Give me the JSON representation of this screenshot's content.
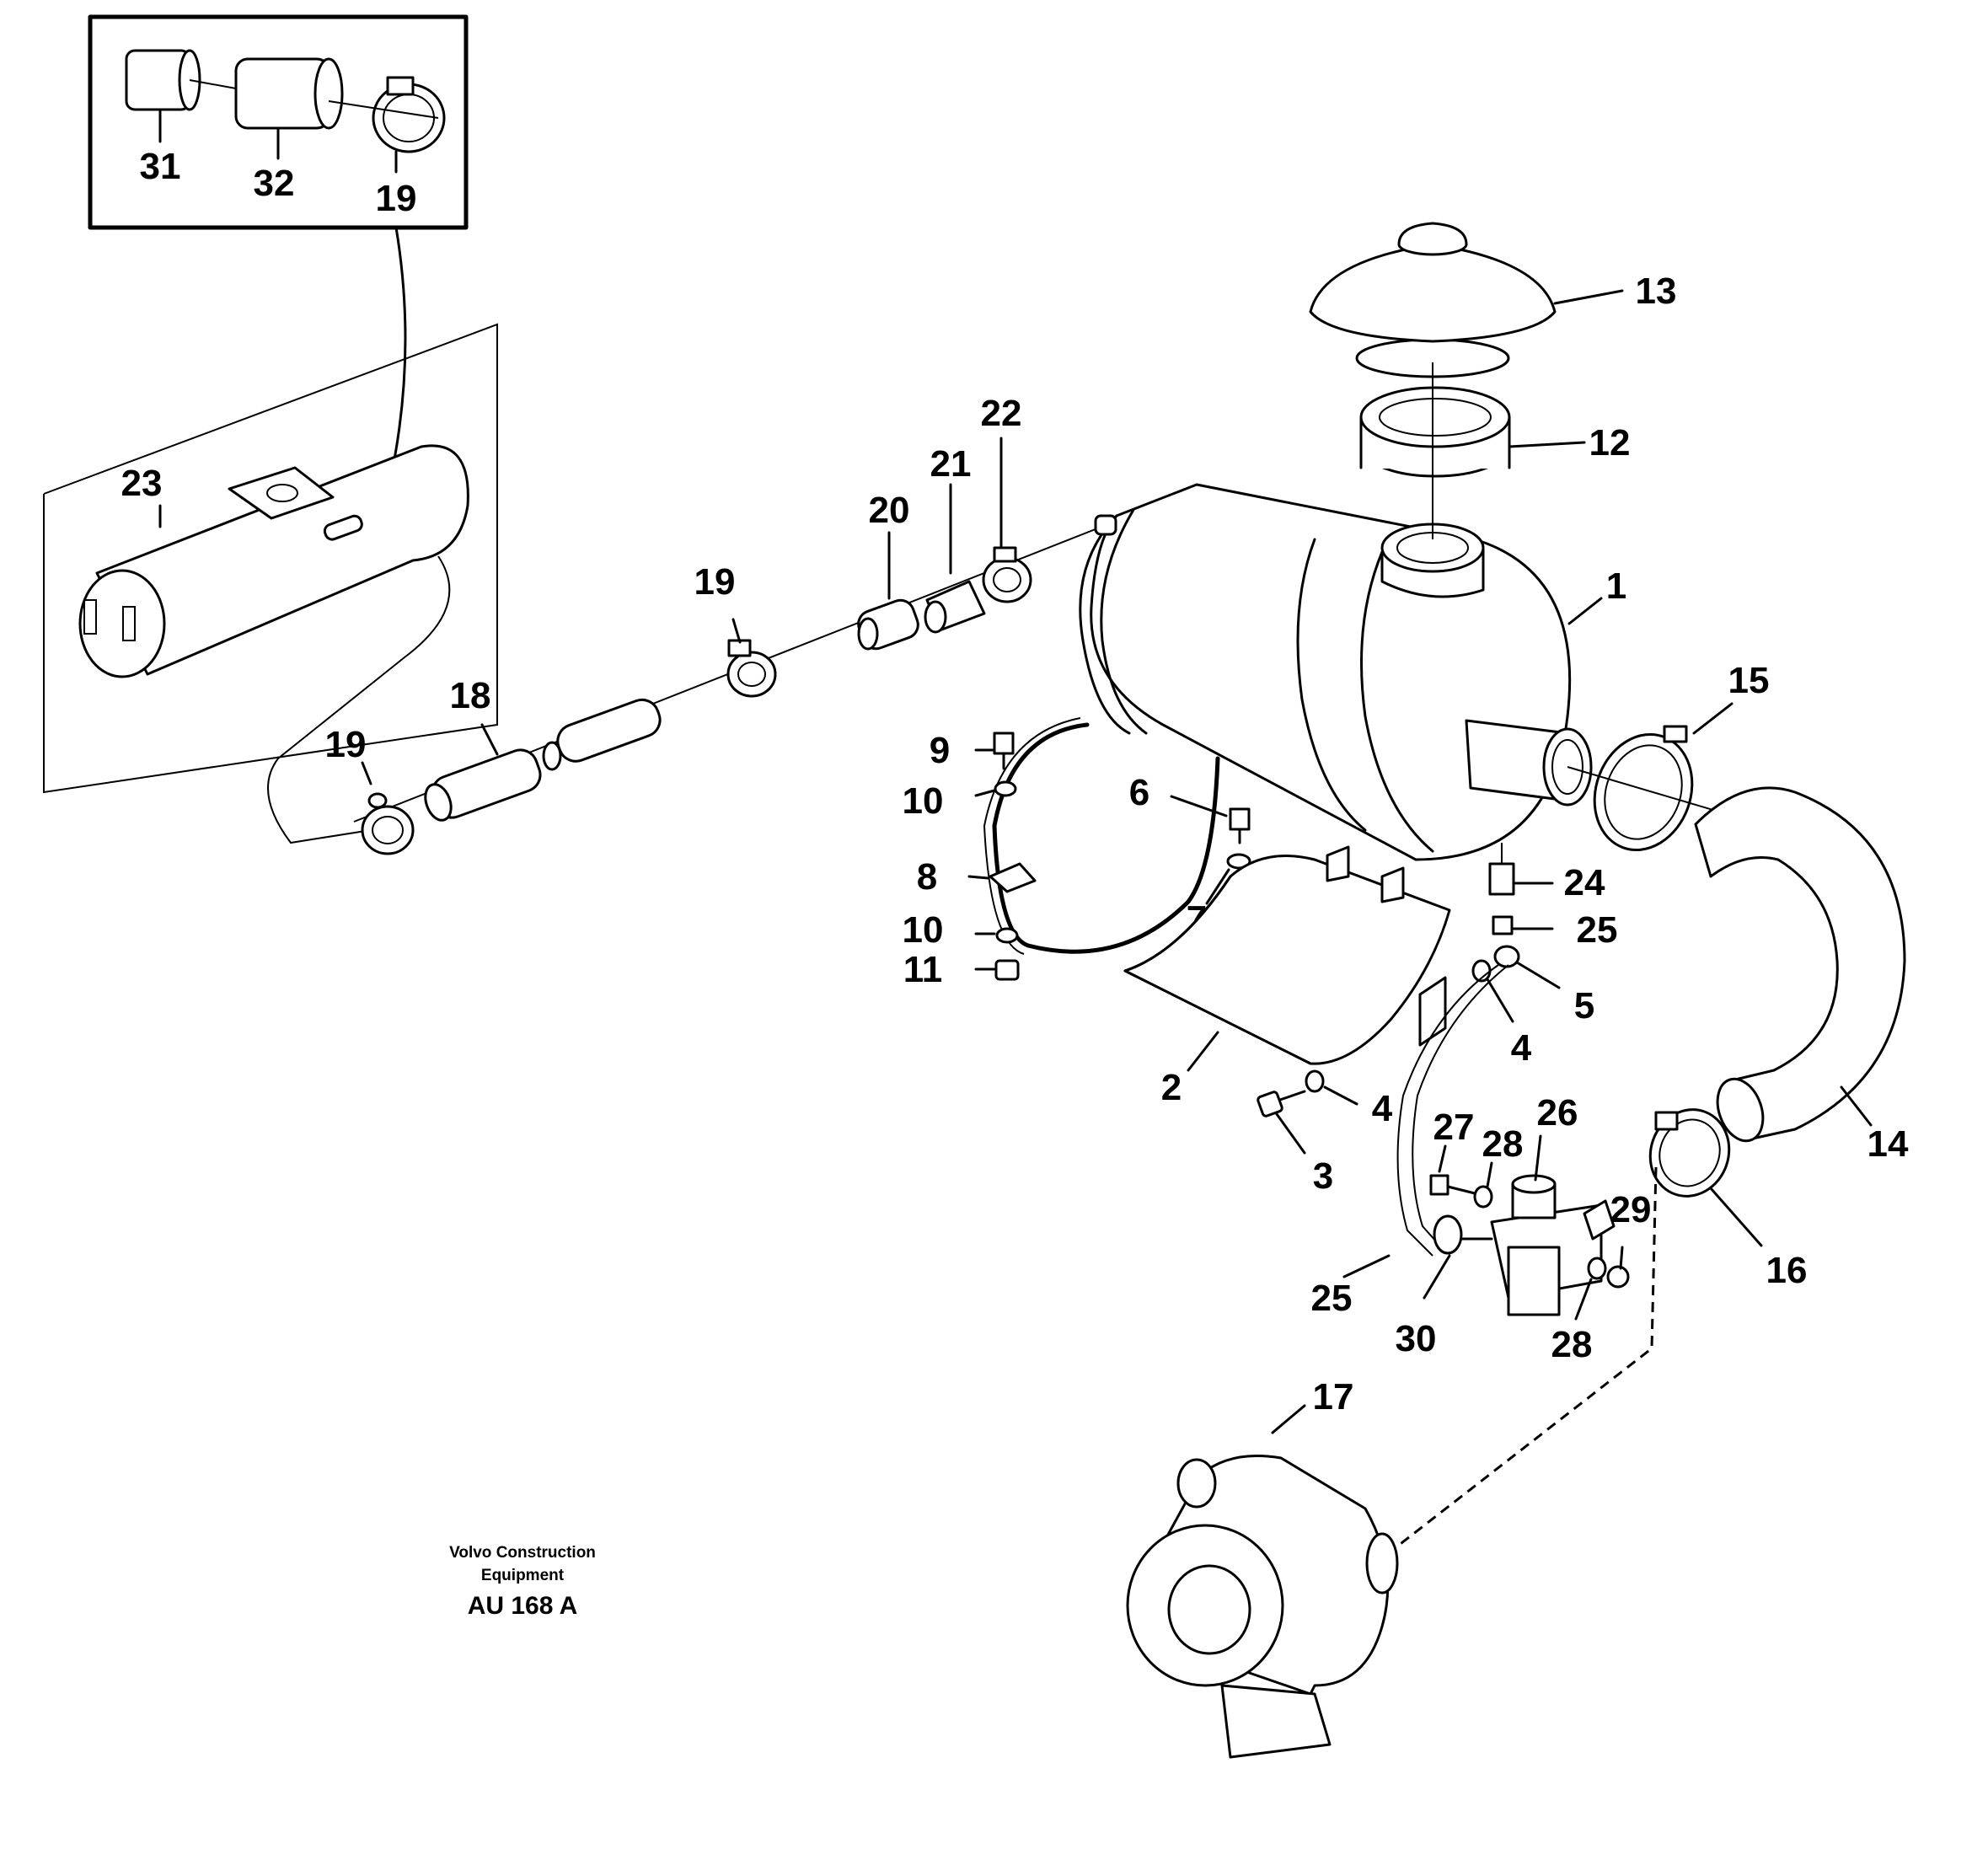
{
  "labels": {
    "l1": "1",
    "l2": "2",
    "l3": "3",
    "l4a": "4",
    "l4b": "4",
    "l5": "5",
    "l6": "6",
    "l7": "7",
    "l8": "8",
    "l9": "9",
    "l10a": "10",
    "l10b": "10",
    "l11": "11",
    "l12": "12",
    "l13": "13",
    "l14": "14",
    "l15": "15",
    "l16": "16",
    "l17": "17",
    "l18": "18",
    "l19a": "19",
    "l19b": "19",
    "l19c": "19",
    "l20": "20",
    "l21": "21",
    "l22": "22",
    "l23": "23",
    "l24": "24",
    "l25a": "25",
    "l25b": "25",
    "l26": "26",
    "l27": "27",
    "l28a": "28",
    "l28b": "28",
    "l29": "29",
    "l30": "30",
    "l31": "31",
    "l32": "32"
  },
  "caption": {
    "line1": "Volvo Construction",
    "line2": "Equipment",
    "code": "AU 168 A"
  }
}
